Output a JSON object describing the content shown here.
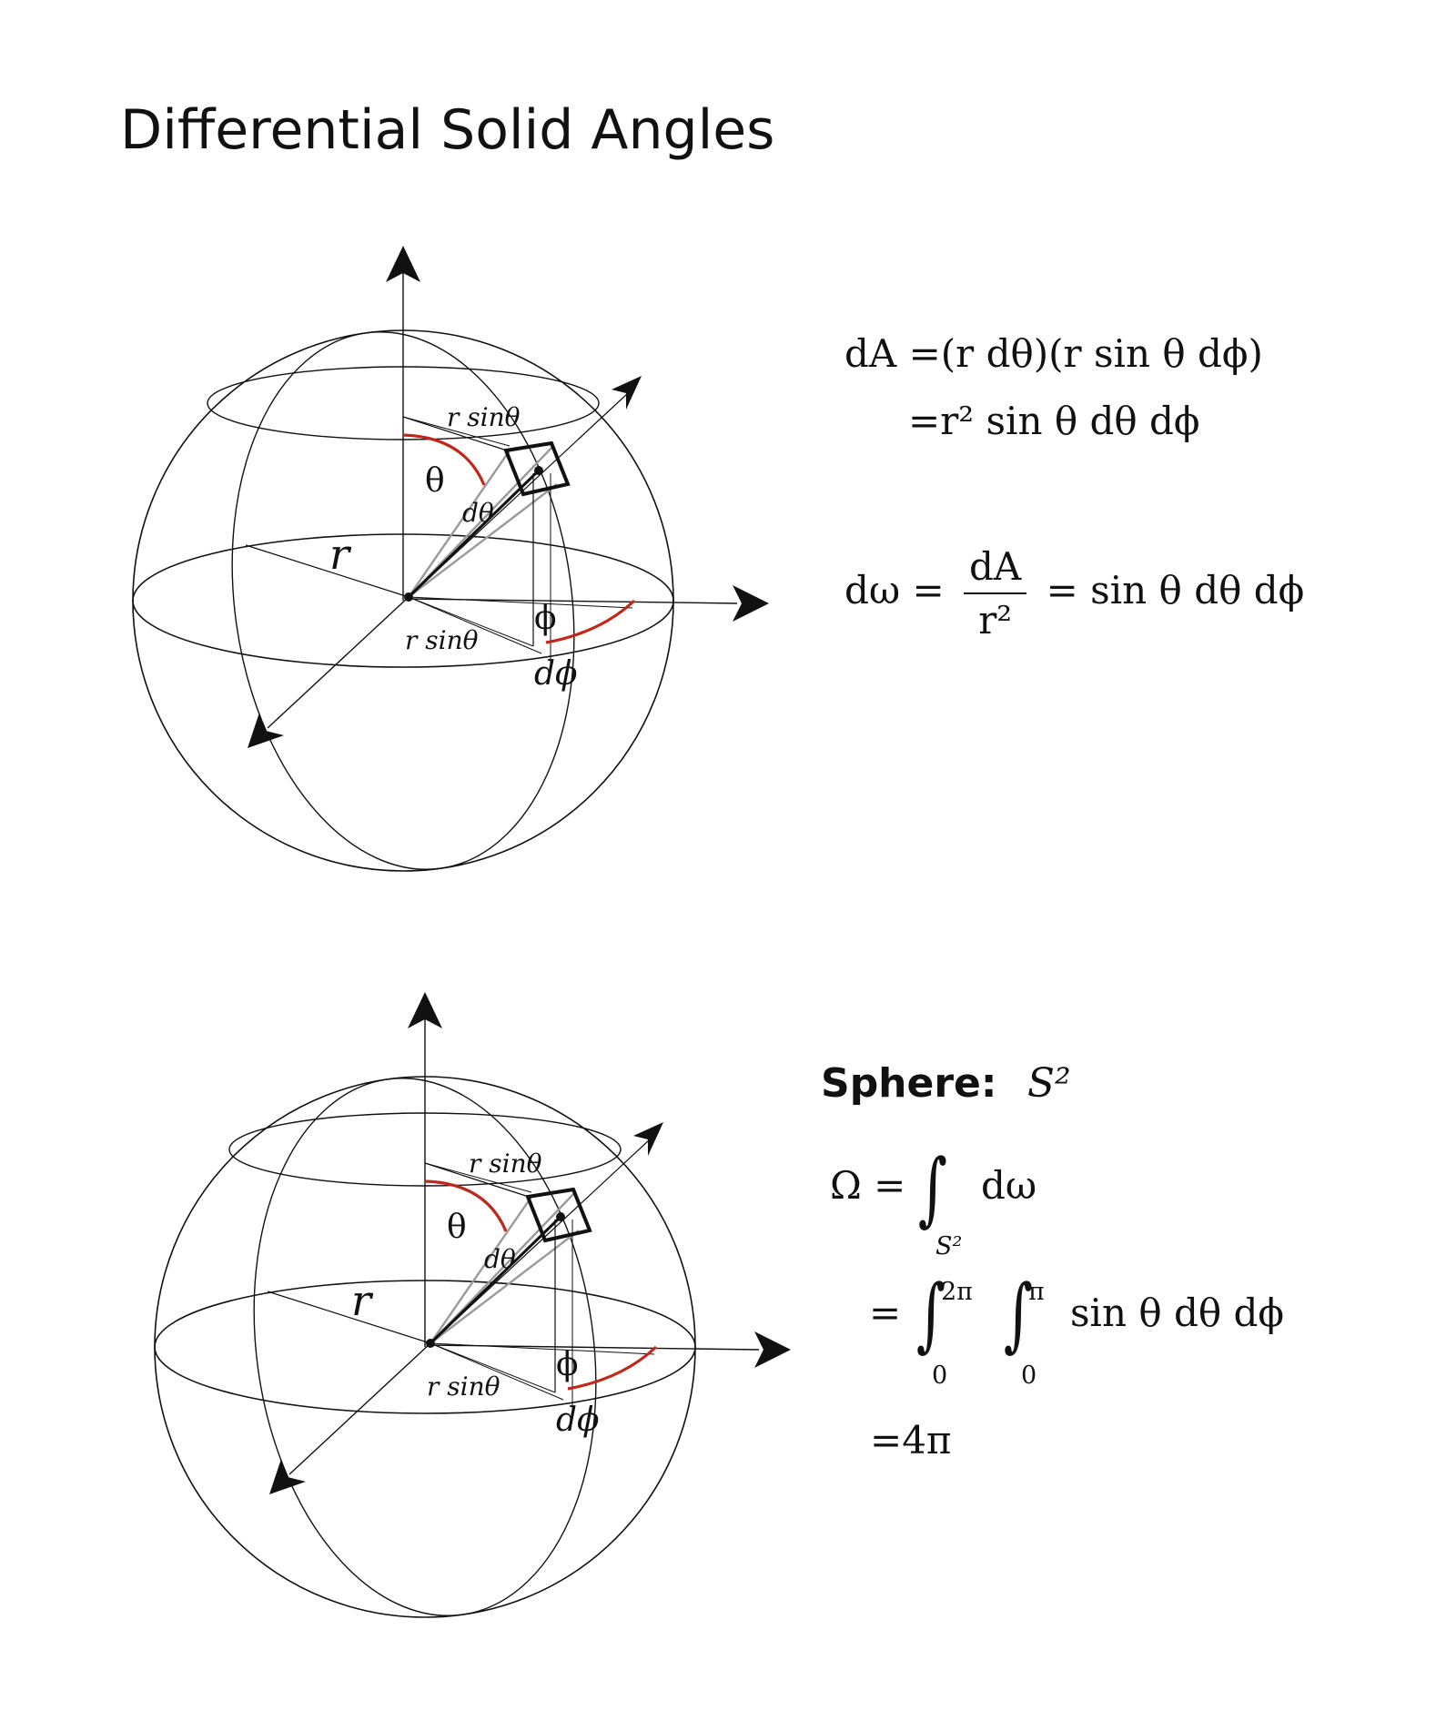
{
  "title": "Differential Solid Angles",
  "diagram": {
    "label_r_sin_theta": "r sinθ",
    "label_theta": "θ",
    "label_d_theta": "dθ",
    "label_r": "r",
    "label_phi": "ϕ",
    "label_d_phi": "dϕ"
  },
  "equations_top": {
    "dA_line1_lhs": "dA",
    "dA_line1_rhs": "=(r dθ)(r sin θ dϕ)",
    "dA_line2": "=r² sin θ dθ dϕ",
    "domega_lhs": "dω =",
    "domega_num": "dA",
    "domega_den": "r²",
    "domega_rhs": "= sin θ dθ dϕ"
  },
  "equations_bottom": {
    "sphere_label": "Sphere:",
    "sphere_symbol": "S²",
    "omega_lhs": "Ω =",
    "omega_domain": "S²",
    "omega_integrand": "dω",
    "line2_eq": "=",
    "line2_upper1": "2π",
    "line2_lower1": "0",
    "line2_upper2": "π",
    "line2_lower2": "0",
    "line2_integrand": "sin θ dθ dϕ",
    "line3": "=4π"
  },
  "colors": {
    "arc_red": "#c0281b",
    "ink": "#111111",
    "gray_ray": "#9a9a9a"
  }
}
